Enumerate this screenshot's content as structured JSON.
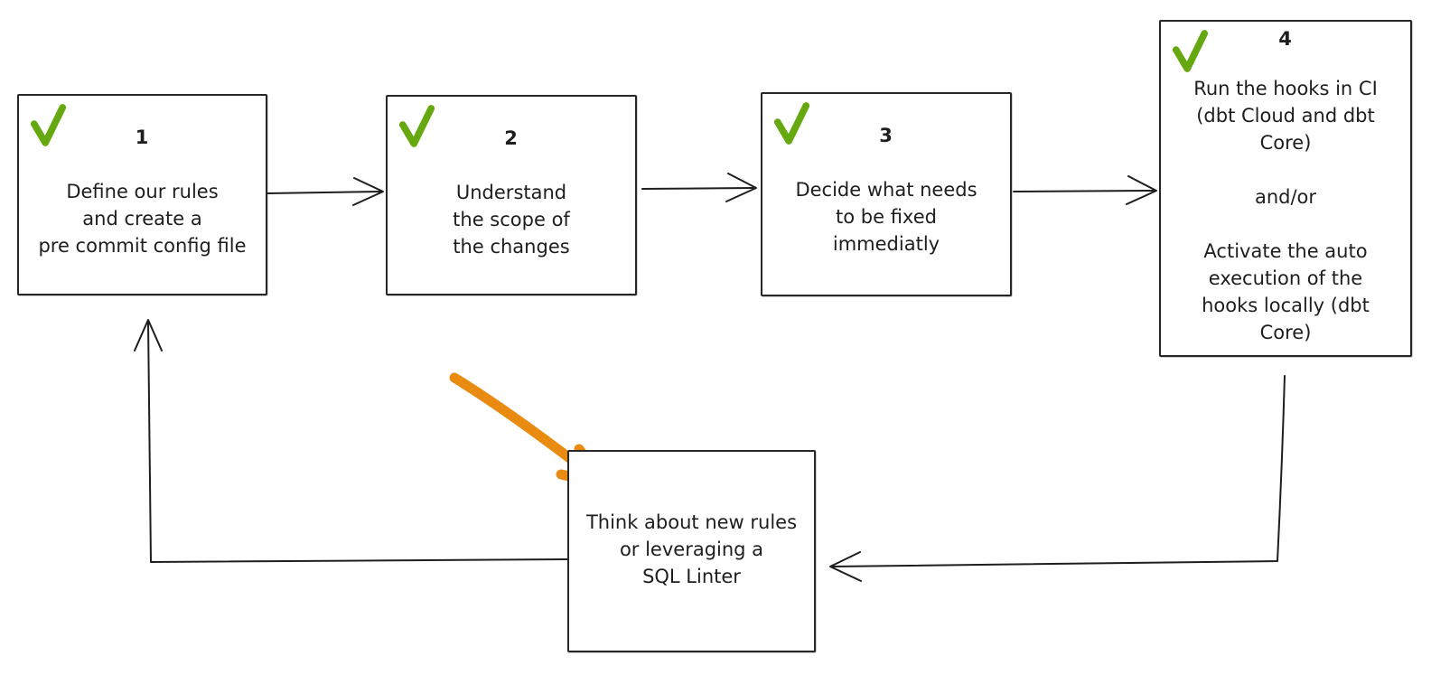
{
  "page": {
    "background": "#ffffff"
  },
  "colors": {
    "stroke": "#1e1e1e",
    "check_green": "#66a80f",
    "arrow_orange": "#e88b10"
  },
  "diagram": {
    "nodes": [
      {
        "id": "step-1",
        "number": "1",
        "has_check": true,
        "text": "Define our rules\nand create a\npre commit config file"
      },
      {
        "id": "step-2",
        "number": "2",
        "has_check": true,
        "text": "Understand\nthe scope of\nthe changes"
      },
      {
        "id": "step-3",
        "number": "3",
        "has_check": true,
        "text": "Decide what needs\nto be fixed\nimmediatly"
      },
      {
        "id": "step-4",
        "number": "4",
        "has_check": true,
        "text": "Run the hooks in CI\n(dbt Cloud and dbt\nCore)\n\nand/or\n\nActivate the auto\nexecution of the\nhooks locally (dbt\nCore)"
      },
      {
        "id": "loop-box",
        "number": "",
        "has_check": false,
        "text": "Think about new rules\nor leveraging a\nSQL Linter"
      }
    ],
    "connections": [
      {
        "from": "step-1",
        "to": "step-2",
        "style": "black-open-arrow"
      },
      {
        "from": "step-2",
        "to": "step-3",
        "style": "black-open-arrow"
      },
      {
        "from": "step-3",
        "to": "step-4",
        "style": "black-open-arrow"
      },
      {
        "from": "step-4",
        "to": "loop-box",
        "style": "black-open-arrow-elbow"
      },
      {
        "from": "loop-box",
        "to": "step-1",
        "style": "black-open-arrow-elbow"
      },
      {
        "from": "annotation",
        "to": "loop-box",
        "style": "orange-thick-arrow"
      }
    ]
  }
}
